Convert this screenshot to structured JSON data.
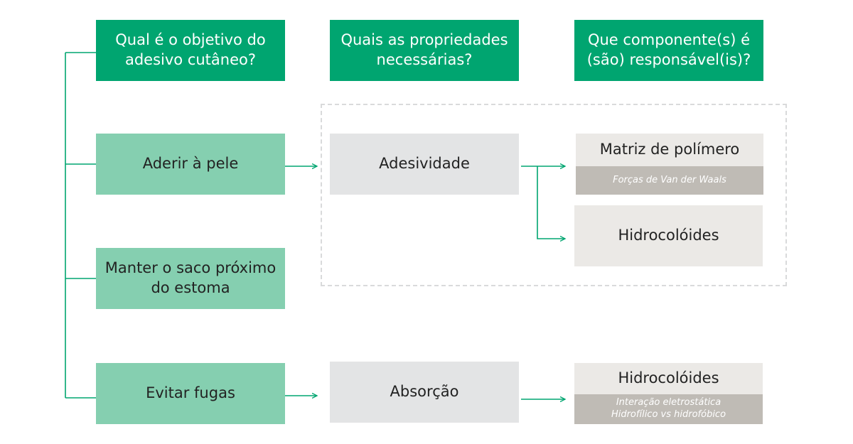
{
  "headers": {
    "objective": [
      "Qual é o objetivo do",
      "adesivo cutâneo?"
    ],
    "properties": [
      "Quais as propriedades",
      "necessárias?"
    ],
    "components": [
      "Que componente(s) é",
      "(são) responsável(is)?"
    ]
  },
  "objectives": {
    "adhere": [
      "Aderir à pele"
    ],
    "keep": [
      "Manter o saco próximo",
      "do estoma"
    ],
    "prevent": [
      "Evitar fugas"
    ]
  },
  "properties": {
    "adhesiveness": "Adesividade",
    "absorption": "Absorção"
  },
  "components": {
    "polymer_matrix": {
      "title": "Matriz de polímero",
      "sub": [
        "Forças de Van der Waals"
      ]
    },
    "hydrocolloids_1": {
      "title": "Hidrocolóides"
    },
    "hydrocolloids_2": {
      "title": "Hidrocolóides",
      "sub": [
        "Interação eletrostática",
        "Hidrofílico vs hidrofóbico"
      ]
    }
  },
  "colors": {
    "header_green": "#00a570",
    "objective_green": "#85cfb0",
    "property_grey": "#e3e4e5",
    "component_beige": "#ebe9e6",
    "component_sub": "#bfbbb5",
    "connector": "#00a570"
  }
}
